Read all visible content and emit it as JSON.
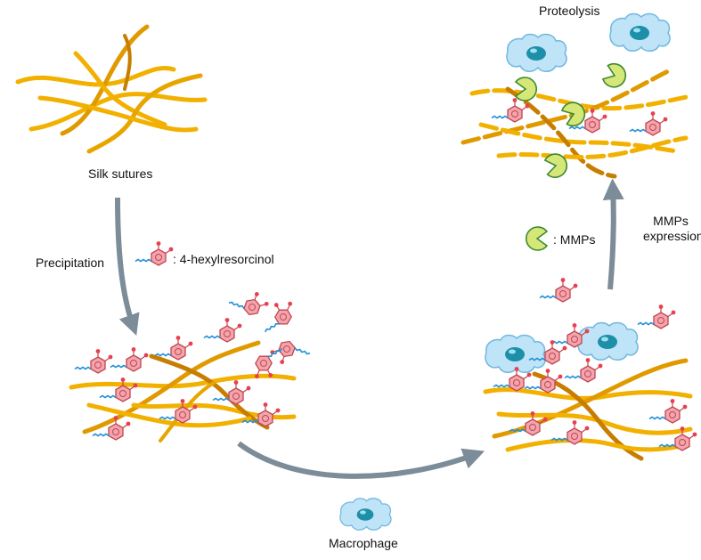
{
  "labels": {
    "silk_sutures": "Silk sutures",
    "precipitation": "Precipitation",
    "hexylresorcinol_legend": ": 4-hexylresorcinol",
    "macrophage": "Macrophage",
    "mmps_legend": ": MMPs",
    "mmps_expression_line1": "MMPs",
    "mmps_expression_line2": "expression",
    "proteolysis": "Proteolysis"
  },
  "colors": {
    "fiber": "#f2b100",
    "fiber_dark": "#c77d00",
    "arrow": "#7c8c99",
    "hexagon_fill": "#f3a5ad",
    "hexagon_stroke": "#c1454f",
    "chain": "#1f8fd6",
    "cell_body": "#bfe3f7",
    "cell_stroke": "#6fb8e0",
    "nucleus": "#1d8fa8",
    "enzyme_fill": "#d6e77a",
    "enzyme_stroke": "#3c8a2e"
  },
  "icons": [
    "hexylresorcinol-molecule-icon",
    "macrophage-cell-icon",
    "mmp-enzyme-icon"
  ]
}
